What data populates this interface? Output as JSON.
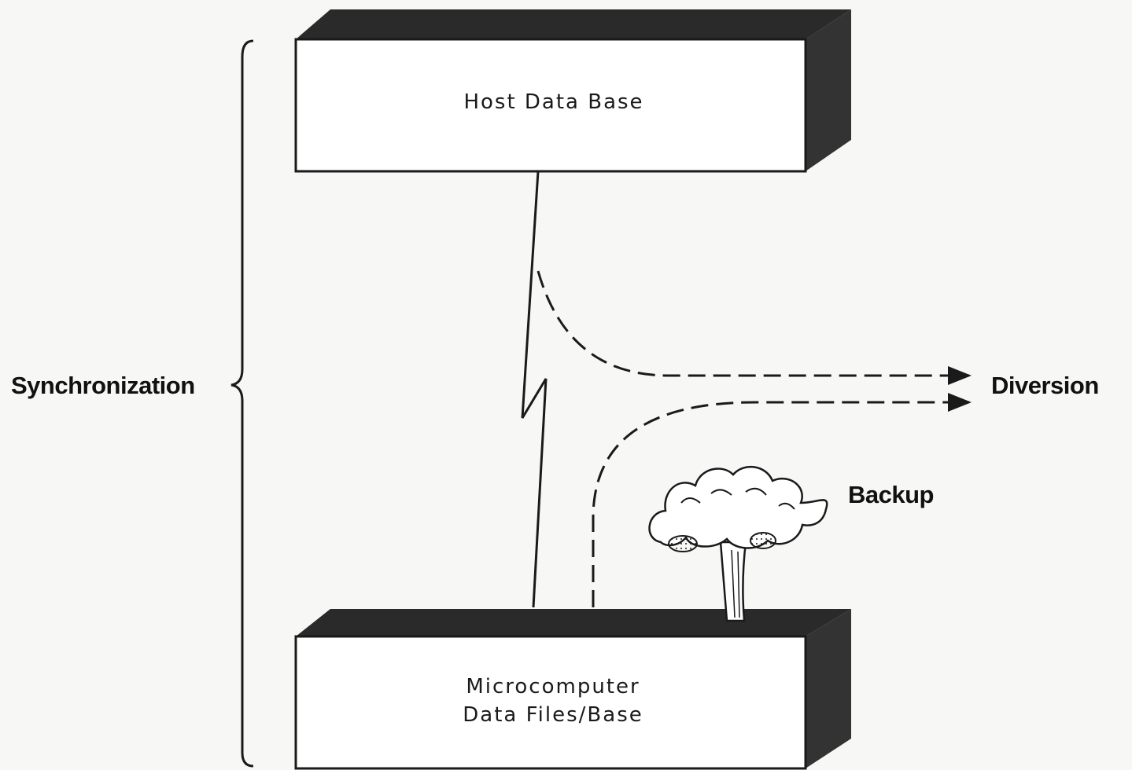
{
  "diagram": {
    "host_box": {
      "label": "Host Data Base"
    },
    "micro_box": {
      "label_lines": [
        "Microcomputer",
        "Data Files/Base"
      ]
    },
    "synchronization_label": "Synchronization",
    "diversion_label": "Diversion",
    "backup_label": "Backup",
    "colors": {
      "background": "#f7f7f5",
      "box_face": "#ffffff",
      "box_shadow": "#2a2a2a",
      "ink": "#1a1a1a"
    },
    "icons": {
      "link": "lightning-link-icon",
      "explosion": "mushroom-cloud-icon",
      "brace": "curly-brace-icon"
    }
  }
}
